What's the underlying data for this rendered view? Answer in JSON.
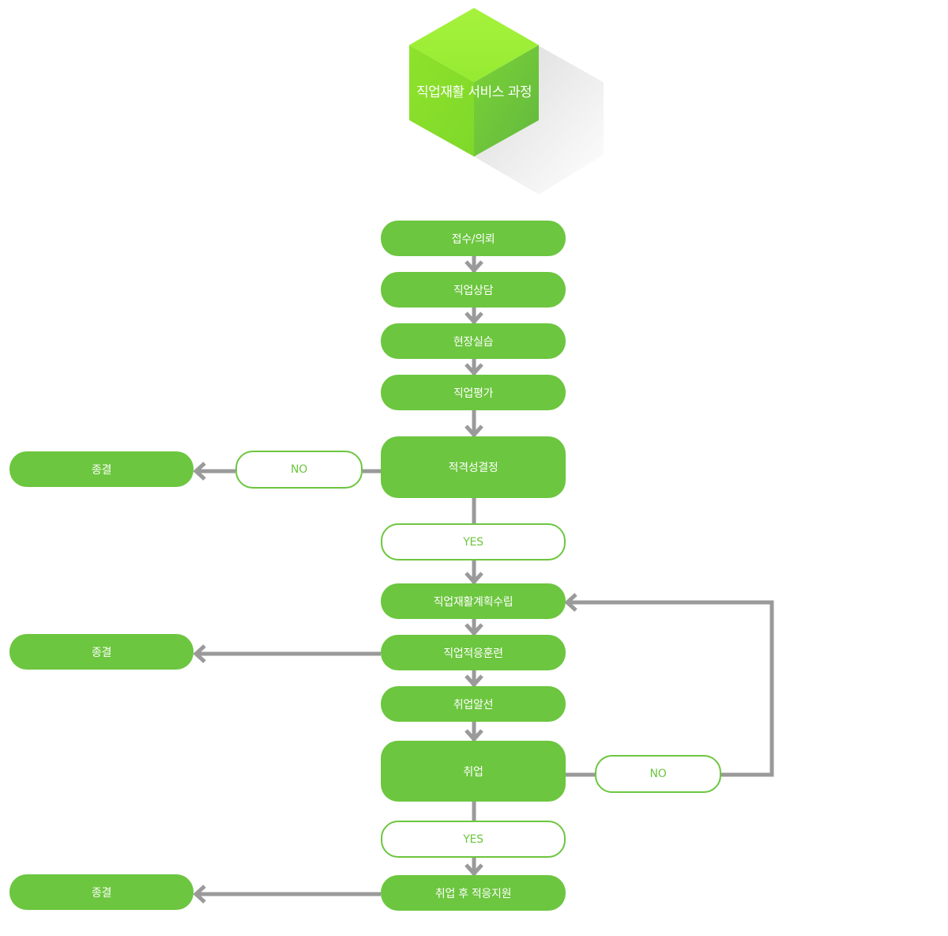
{
  "title": "직업재활 서비스 과정",
  "colors": {
    "node_fill": "#6cc63f",
    "outline_text": "#6cc63f",
    "connector": "#9a9a9a"
  },
  "steps": {
    "intake": "접수/의뢰",
    "counseling": "직업상담",
    "field_practice": "현장실습",
    "evaluation": "직업평가",
    "eligibility": "적격성결정",
    "planning": "직업재활계획수립",
    "adaptation_training": "직업적응훈련",
    "job_placement": "취업알선",
    "employment": "취업",
    "post_support": "취업 후 적응지원"
  },
  "branches": {
    "eligibility_no": "NO",
    "eligibility_yes": "YES",
    "employment_no": "NO",
    "employment_yes": "YES"
  },
  "endings": {
    "end_1": "종결",
    "end_2": "종결",
    "end_3": "종결"
  }
}
